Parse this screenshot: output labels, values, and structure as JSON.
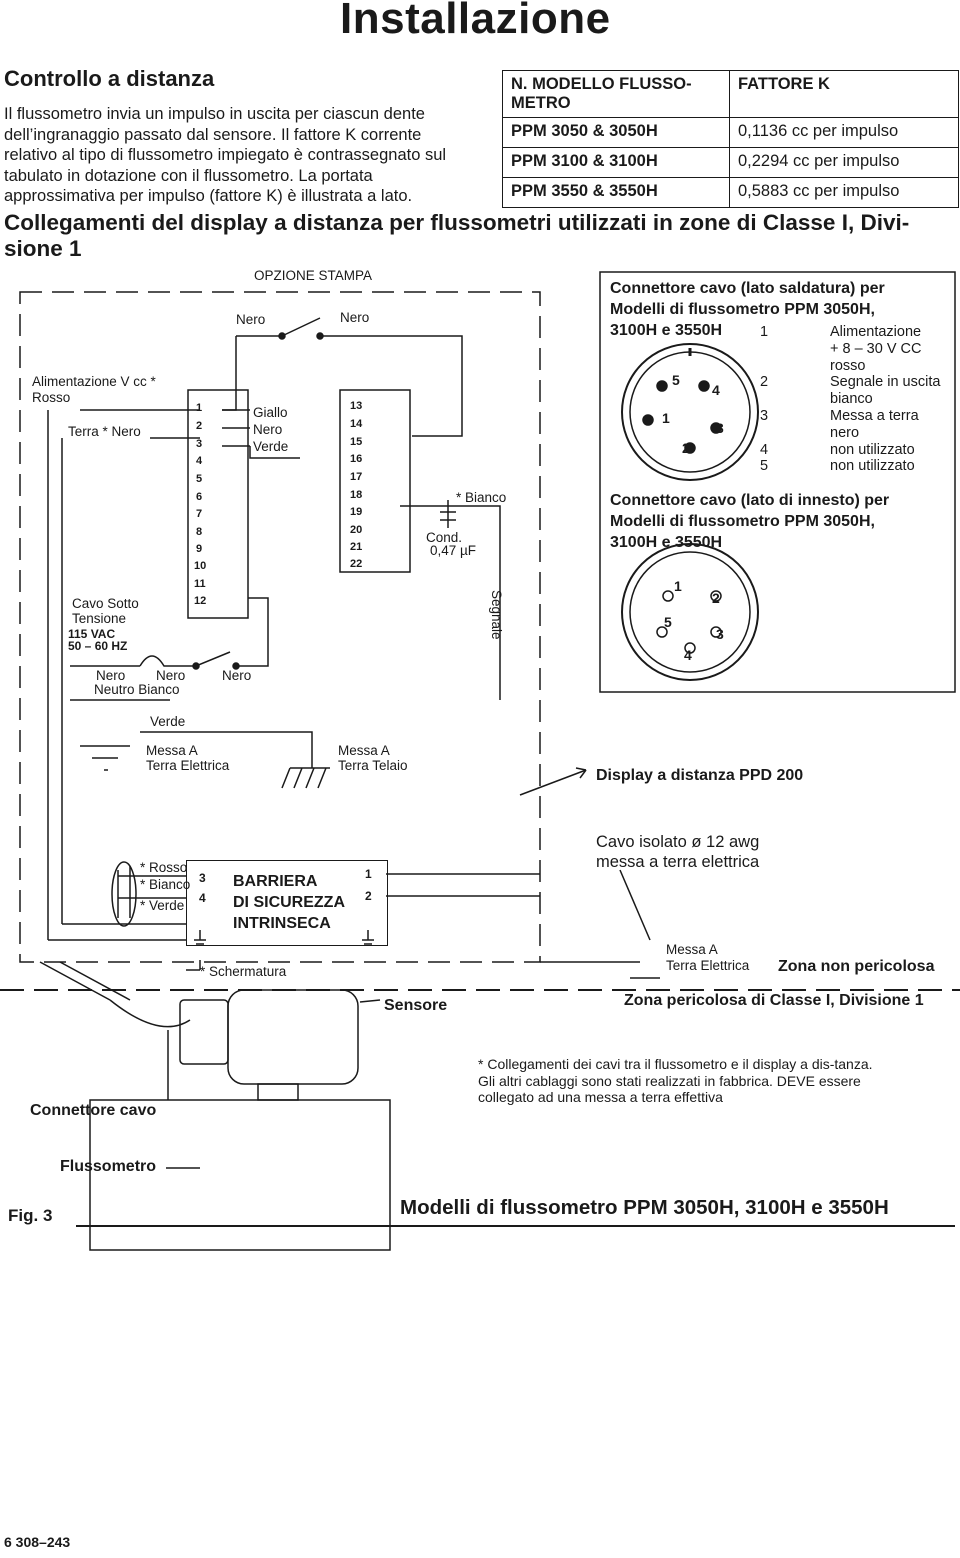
{
  "header": {
    "title": "Installazione"
  },
  "remote": {
    "title": "Controllo a distanza",
    "intro": "Il flussometro invia un impulso in uscita per ciascun dente dell’ingranaggio passato dal sensore. Il fattore K corrente relativo al tipo di flussometro impiegato è contrassegnato sul tabulato in dotazione con il flussometro. La portata approssimativa per impulso (fattore K) è illustrata a lato."
  },
  "ktable": {
    "headers": [
      "N. MODELLO FLUSSO-\nMETRO",
      "FATTORE K"
    ],
    "rows": [
      [
        "PPM 3050 & 3050H",
        "0,1136 cc per impulso"
      ],
      [
        "PPM 3100 & 3100H",
        "0,2294 cc per impulso"
      ],
      [
        "PPM 3550 & 3550H",
        "0,5883 cc per impulso"
      ]
    ]
  },
  "wiring": {
    "title": "Collegamenti del display a distanza per flussometri utilizzati in zone di Classe I, Divi-sione 1",
    "labels": {
      "opzione_stampa": "OPZIONE STAMPA",
      "nero_a": "Nero",
      "nero_b": "Nero",
      "alimentazione": "Alimentazione V cc *",
      "rosso": "Rosso",
      "terra_nero": "Terra * Nero",
      "giallo": "Giallo",
      "nero_c": "Nero",
      "verde_a": "Verde",
      "bianco_star": "* Bianco",
      "cond": "Cond.",
      "cond_val": "0,47 µF",
      "cavo_sotto": "Cavo Sotto",
      "tensione": "Tensione",
      "vac": "115 VAC",
      "hz": "50 – 60 HZ",
      "nero_d": "Nero",
      "nero_e": "Nero",
      "nero_f": "Nero",
      "neutro": "Neutro Bianco",
      "segnale": "Segnale",
      "verde_b": "Verde",
      "messa_a_1": "Messa A",
      "terra_el_1": "Terra Elettrica",
      "messa_a_2": "Messa A",
      "terra_telaio": "Terra Telaio",
      "display": "Display a distanza PPD 200",
      "rosso_star": "* Rosso",
      "bianco_star2": "* Bianco",
      "verde_star": "* Verde",
      "barrier": "BARRIERA\nDI SICUREZZA\nINTRINSECA",
      "schermatura": "* Schermatura",
      "cavo_isolato": "Cavo isolato ø 12 awg",
      "messa_terra_el": "messa a terra elettrica",
      "messa_a_3": "Messa A",
      "terra_el_3": "Terra Elettrica",
      "zona_non": "Zona non pericolosa",
      "zona_per": "Zona pericolosa di Classe I, Divisione 1",
      "sensore": "Sensore",
      "connettore_cavo": "Connettore cavo",
      "flussometro": "Flussometro"
    },
    "terminals_left": [
      "1",
      "2",
      "3",
      "4",
      "5",
      "6",
      "7",
      "8",
      "9",
      "10",
      "11",
      "12"
    ],
    "terminals_right": [
      "13",
      "14",
      "15",
      "16",
      "17",
      "18",
      "19",
      "20",
      "21",
      "22"
    ],
    "barrier_pins": {
      "left_top": "3",
      "left_bottom": "4",
      "right_top": "1",
      "right_bottom": "2"
    }
  },
  "connector_solder": {
    "title": "Connettore cavo (lato saldatura) per Modelli di flussometro PPM 3050H, 3100H e 3550H",
    "title_lines": [
      "Connettore cavo (lato saldatura) per",
      "Modelli di flussometro PPM 3050H,",
      "3100H e 3550H"
    ],
    "pin_labels": [
      "5",
      "4",
      "1",
      "3",
      "2"
    ],
    "pins": [
      {
        "n": "1",
        "desc": "Alimentazione",
        "cont": [
          "+ 8 – 30 V CC",
          "rosso"
        ]
      },
      {
        "n": "2",
        "desc": "Segnale in uscita",
        "cont": [
          "bianco"
        ]
      },
      {
        "n": "3",
        "desc": "Messa a terra",
        "cont": [
          "nero"
        ]
      },
      {
        "n": "4",
        "desc": "non utilizzato",
        "cont": []
      },
      {
        "n": "5",
        "desc": "non utilizzato",
        "cont": []
      }
    ]
  },
  "connector_plug": {
    "title_lines": [
      "Connettore cavo (lato di innesto) per",
      "Modelli di flussometro PPM 3050H,",
      "3100H e 3550H"
    ],
    "pin_labels": [
      "1",
      "2",
      "5",
      "3",
      "4"
    ]
  },
  "note": "* Collegamenti dei cavi tra il flussometro e il display a dis-tanza. Gli altri cablaggi sono stati realizzati in fabbrica. DEVE essere collegato ad una messa a terra effettiva",
  "figure": {
    "label": "Fig. 3",
    "caption": "Modelli di flussometro PPM 3050H, 3100H e 3550H"
  },
  "footer": {
    "page": "6  308–243"
  }
}
